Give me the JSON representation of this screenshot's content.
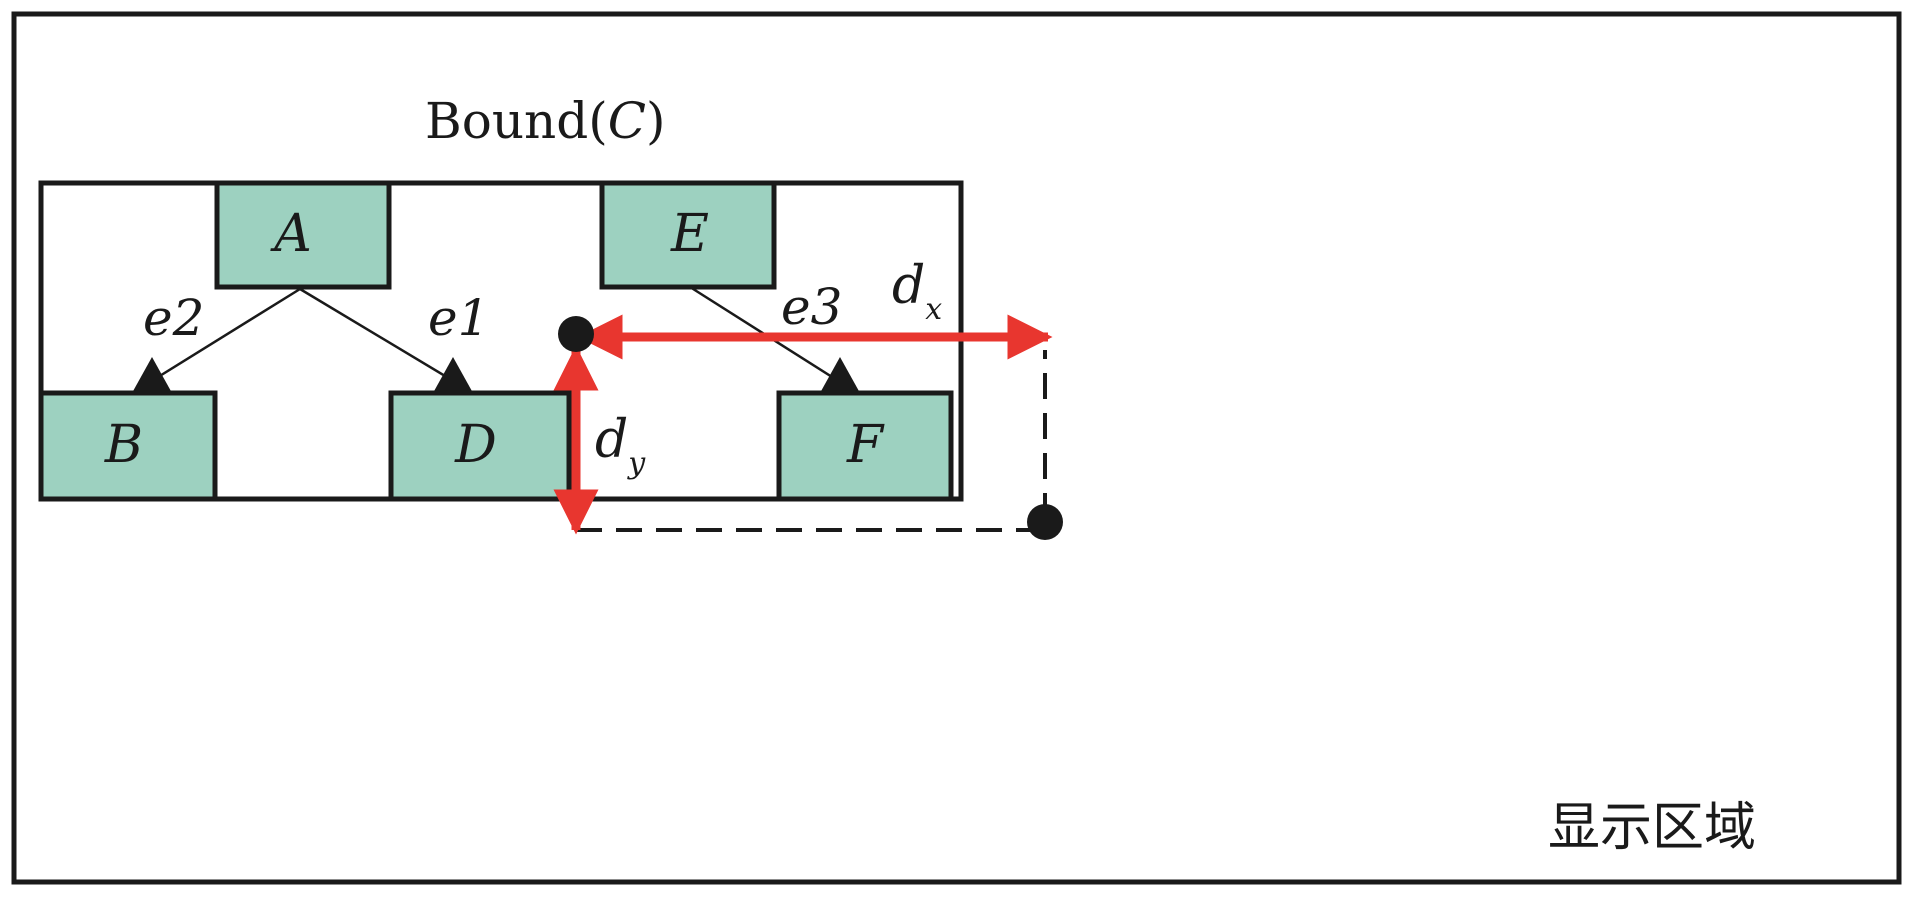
{
  "display_area": {
    "label": "显示区域"
  },
  "bound": {
    "label_prefix": "Bound(",
    "label_var": "C",
    "label_suffix": ")"
  },
  "nodes": [
    {
      "id": "A",
      "label": "A"
    },
    {
      "id": "B",
      "label": "B"
    },
    {
      "id": "D",
      "label": "D"
    },
    {
      "id": "E",
      "label": "E"
    },
    {
      "id": "F",
      "label": "F"
    }
  ],
  "edges": [
    {
      "id": "e1",
      "label": "e1",
      "from": "A",
      "to": "D"
    },
    {
      "id": "e2",
      "label": "e2",
      "from": "A",
      "to": "B"
    },
    {
      "id": "e3",
      "label": "e3",
      "from": "E",
      "to": "F"
    }
  ],
  "offsets": {
    "dx": {
      "main": "d",
      "sub": "x"
    },
    "dy": {
      "main": "d",
      "sub": "y"
    }
  },
  "colors": {
    "node_fill": "#9dd1c0",
    "stroke": "#1a1a1a",
    "arrow": "#e8362f",
    "background": "#ffffff"
  }
}
